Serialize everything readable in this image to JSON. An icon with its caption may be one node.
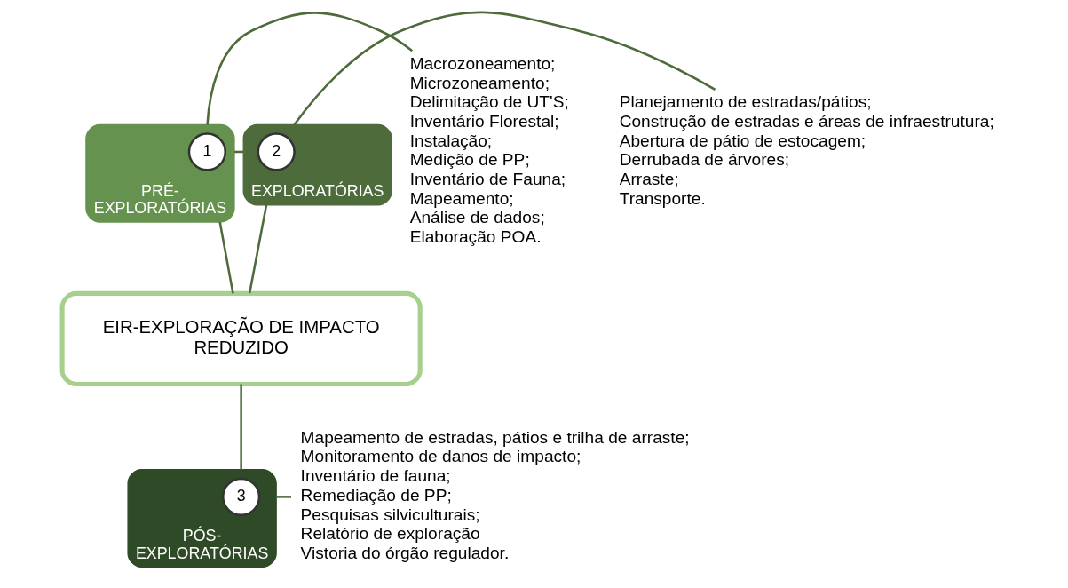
{
  "diagram": {
    "nodes": [
      {
        "text": [
          "PRÉ- EXPLORATÓRIAS"
        ]
      },
      {
        "text": [
          "1"
        ],
        "in": 0
      },
      {
        "text": [
          "Macrozoneamento;",
          "Microzoneamento;",
          "Delimitação de UT'S;",
          "Inventário Florestal;",
          "Instalação;",
          "Medição de PP;",
          "Inventário de Fauna;",
          "Mapeamento;",
          "Análise de dados;",
          "Elaboração POA."
        ]
      },
      {
        "text": [
          "EXPLORATÓRIAS"
        ]
      },
      {
        "text": [
          "2"
        ],
        "in": 3
      },
      {
        "text": [
          "Planejamento de estradas/pátios;",
          "Construção de estradas e áreas de infraestrutura;",
          "Abertura de pátio de estocagem;",
          "Derrubada de árvores;",
          "Arraste;",
          "Transporte."
        ]
      },
      {
        "text": [
          "EIR-EXPLORAÇÃO DE IMPACTO REDUZIDO"
        ]
      },
      {
        "text": [
          "PÓS- EXPLORATÓRIAS"
        ]
      },
      {
        "text": [
          "3"
        ],
        "in": 7
      },
      {
        "text": [
          "Mapeamento de estradas, pátios e trilha de arraste;",
          "Monitoramento de danos de impacto;",
          "Inventário de fauna;",
          "Remediação de PP;",
          "Pesquisas silviculturais;",
          "Relatório de exploração",
          "Vistoria do órgão regulador."
        ]
      }
    ],
    "edges": [
      {
        "from": 2,
        "to": 0,
        "arrow": "none"
      },
      {
        "from": 0,
        "to": 3,
        "arrow": "none"
      },
      {
        "from": 3,
        "to": 5,
        "arrow": "none"
      },
      {
        "from": 0,
        "to": 6,
        "arrow": "none"
      },
      {
        "from": 3,
        "to": 6,
        "arrow": "none"
      },
      {
        "from": 6,
        "to": 7,
        "arrow": "none"
      },
      {
        "from": 7,
        "to": 9,
        "arrow": "none"
      }
    ]
  }
}
